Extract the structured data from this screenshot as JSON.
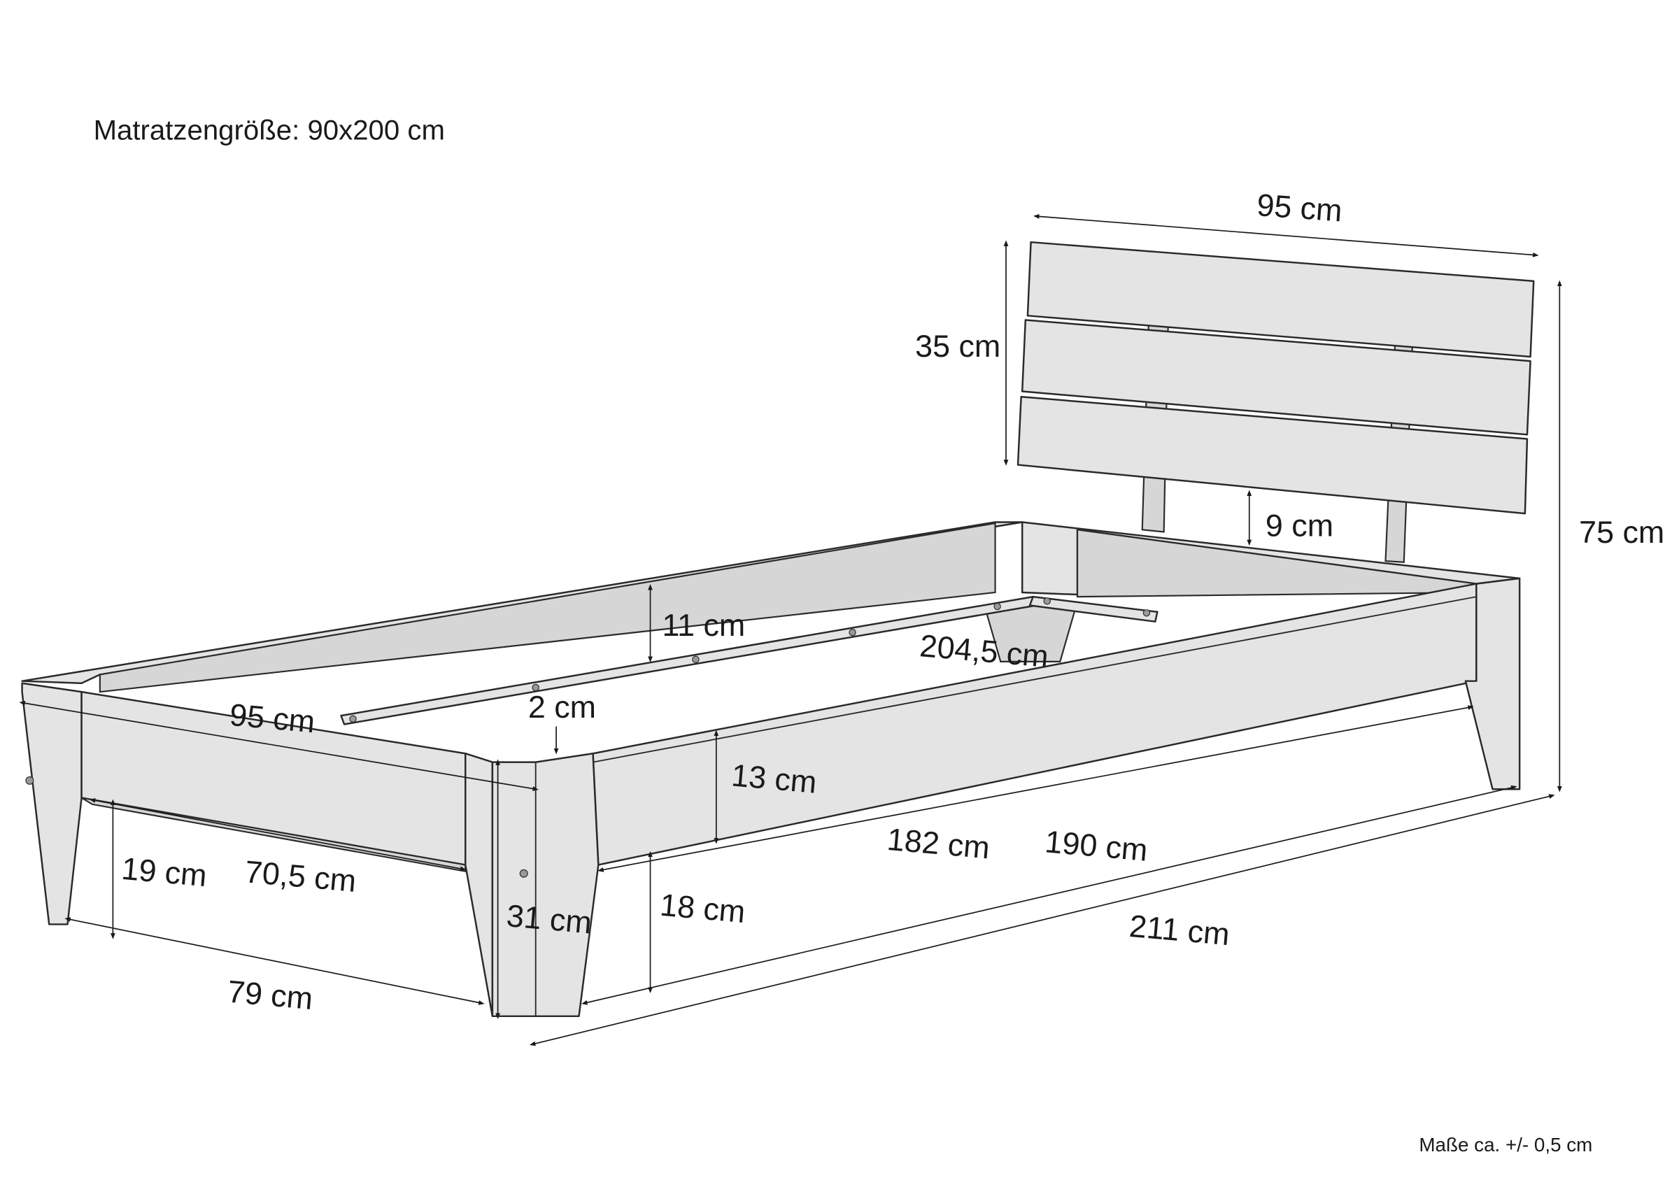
{
  "title": "Matratzengröße: 90x200 cm",
  "note": "Maße ca. +/- 0,5 cm",
  "labels": {
    "headboard_width": "95 cm",
    "headboard_height": "35 cm",
    "total_height": "75 cm",
    "headboard_gap": "9 cm",
    "inner_rail_height": "11 cm",
    "inner_length": "204,5 cm",
    "rail_offset": "2 cm",
    "foot_width": "95 cm",
    "side_rail_height": "13 cm",
    "underside_length": "182 cm",
    "side_length": "190 cm",
    "foot_clearance": "19 cm",
    "foot_rail_length": "70,5 cm",
    "post_height": "31 cm",
    "side_clearance": "18 cm",
    "total_length": "211 cm",
    "total_width": "79 cm"
  }
}
